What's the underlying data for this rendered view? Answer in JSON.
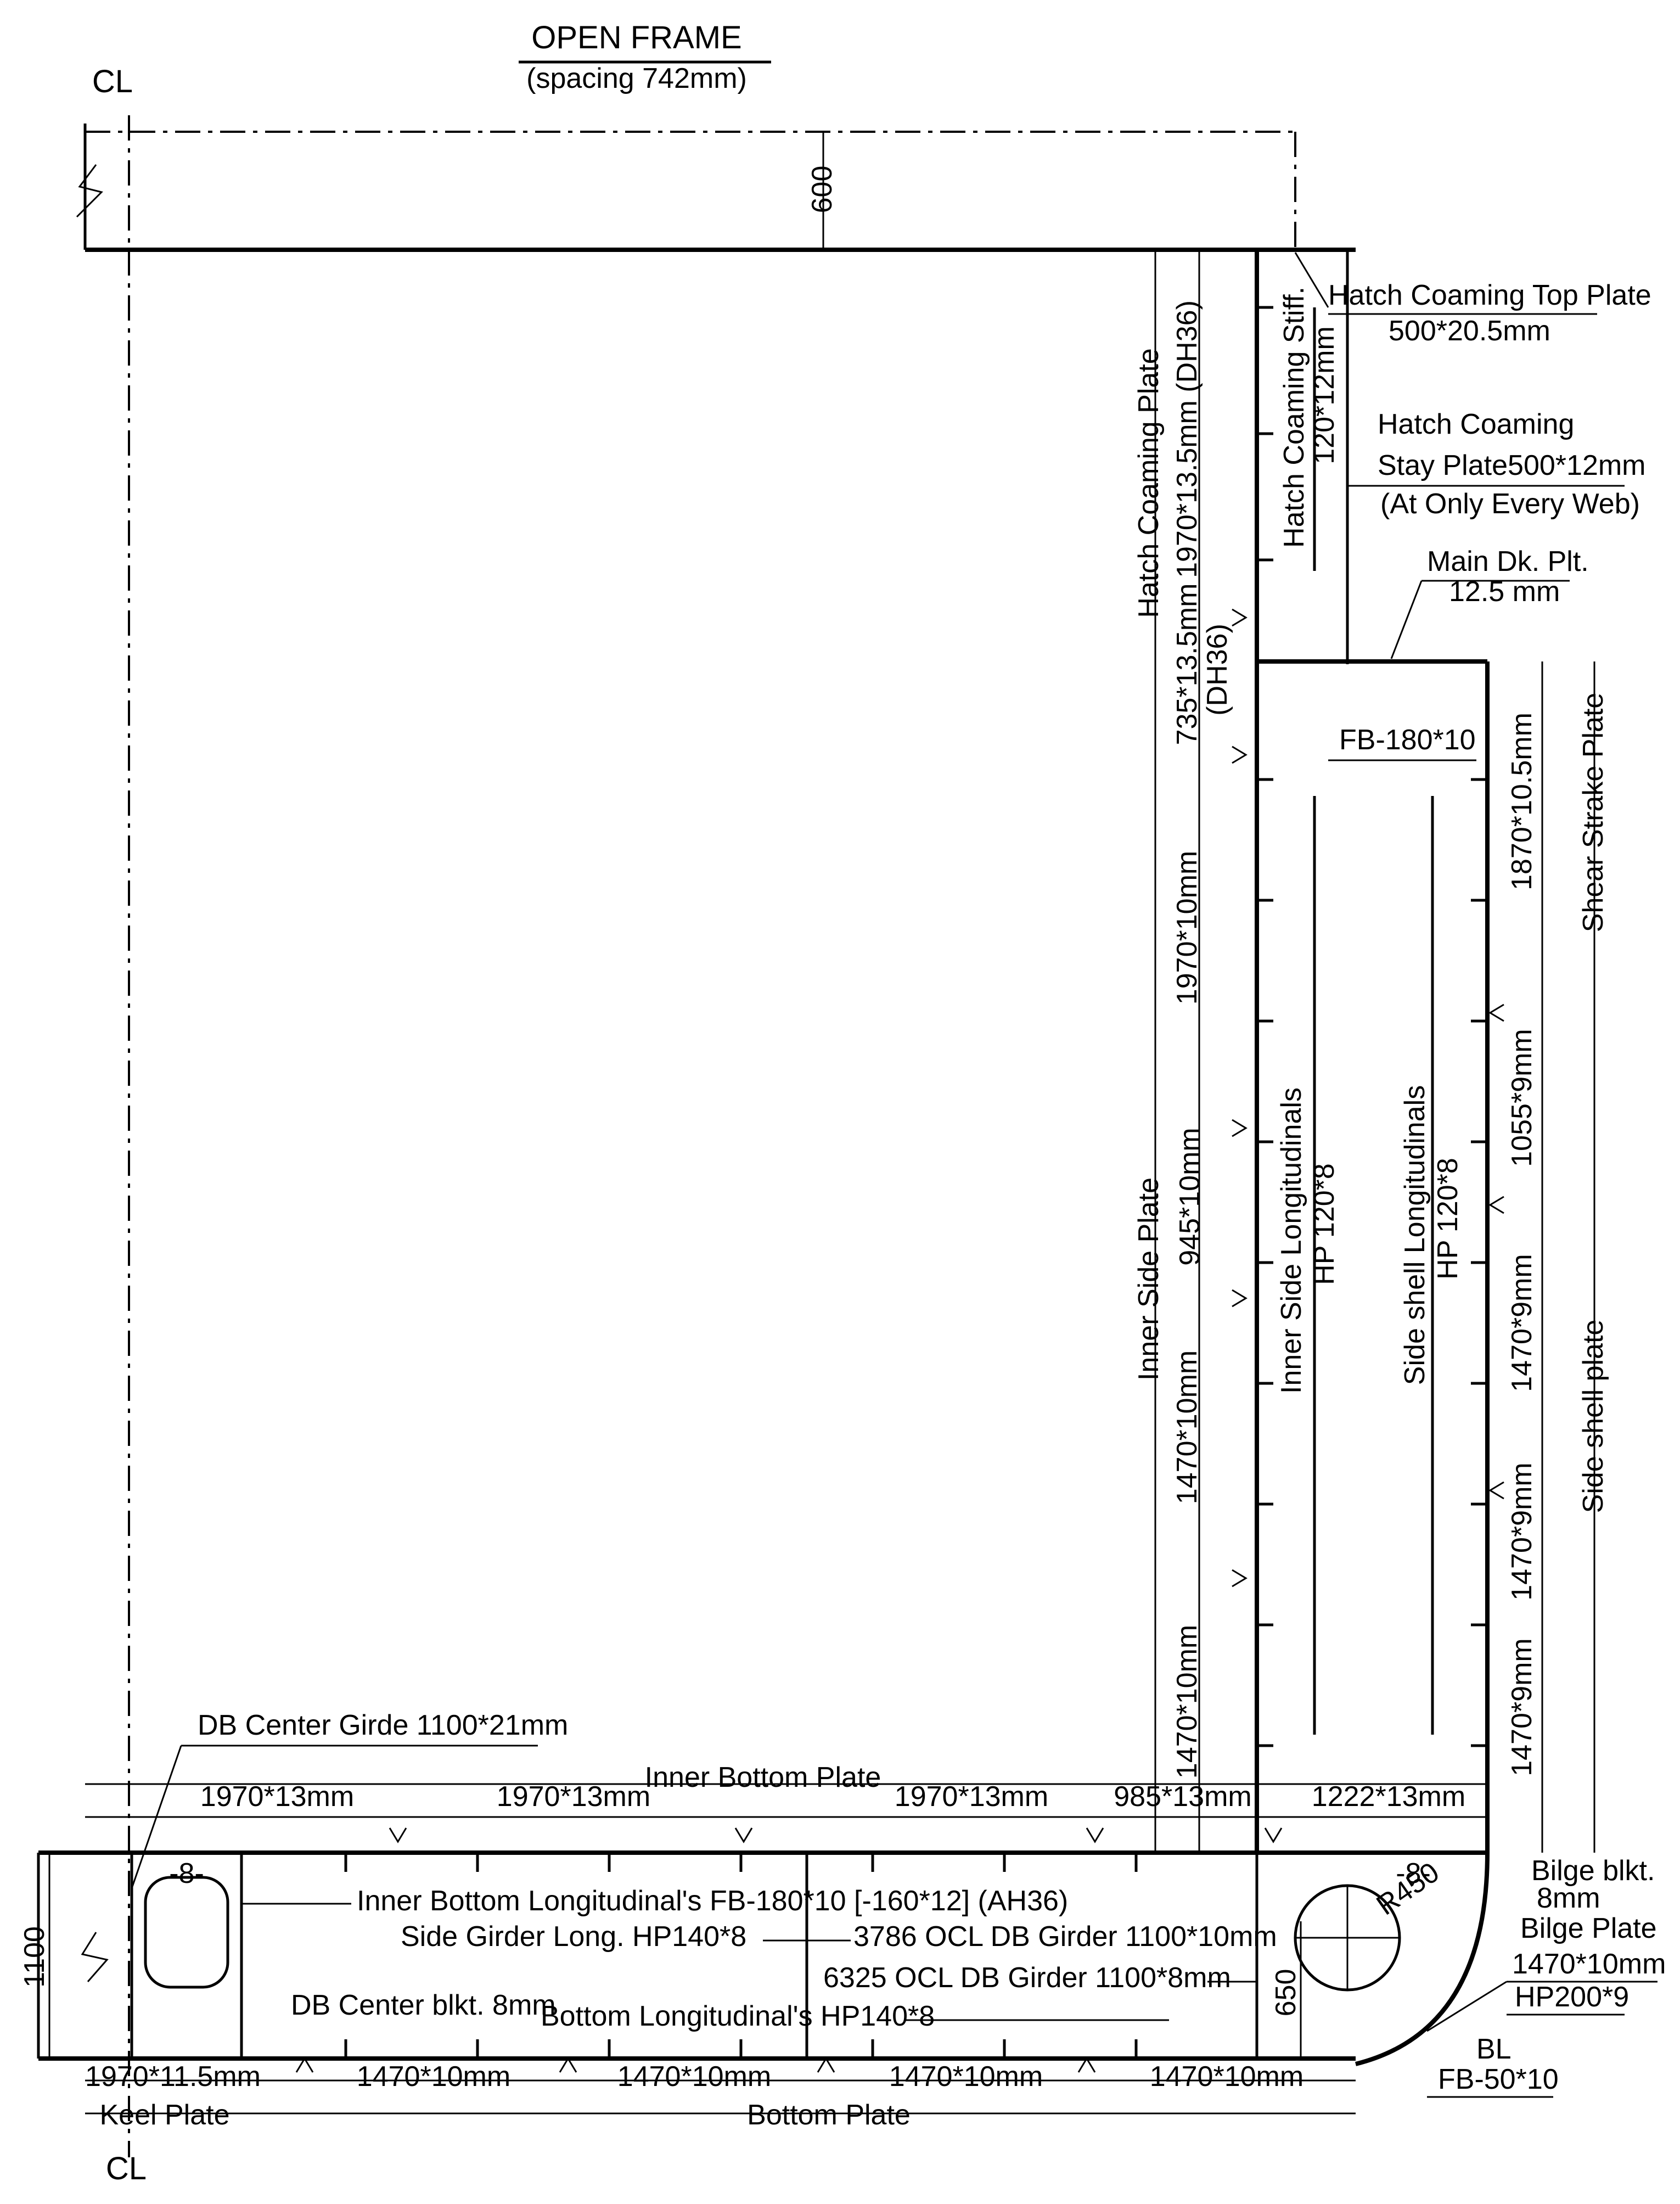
{
  "header": {
    "title": "OPEN FRAME",
    "subtitle": "(spacing 742mm)"
  },
  "symbols": {
    "centerline_top": "CL",
    "centerline_bottom": "CL"
  },
  "dims": {
    "top_offset": "600",
    "hatch_coaming_plate_thk": "1970*13.5mm (DH36)",
    "upper_inner_side": "735*13.5mm",
    "upper_inner_side_grade": "(DH36)",
    "inner_side_1": "1970*10mm",
    "inner_side_2": "945*10mm",
    "inner_side_3": "1470*10mm",
    "inner_side_4": "1470*10mm",
    "shear_strake_thk": "1870*10.5mm",
    "side_shell_1": "1055*9mm",
    "side_shell_2": "1470*9mm",
    "side_shell_3": "1470*9mm",
    "side_shell_4": "1470*9mm",
    "db_height": "1100",
    "hopper_height": "650",
    "ib_1": "1970*13mm",
    "ib_2": "1970*13mm",
    "ib_3": "1970*13mm",
    "ib_4": "985*13mm",
    "ib_5": "1222*13mm",
    "bt_1": "1970*11.5mm",
    "bt_2": "1470*10mm",
    "bt_3": "1470*10mm",
    "bt_4": "1470*10mm",
    "bt_5": "1470*10mm",
    "bilge_radius": "R450"
  },
  "labels": {
    "hatch_coaming_plate": "Hatch Coaming Plate",
    "hatch_coaming_stiff": "Hatch Coaming Stiff.",
    "hatch_coaming_stiff_size": "120*12mm",
    "hatch_top_plate": "Hatch Coaming Top Plate",
    "hatch_top_plate_size": "500*20.5mm",
    "stay_plate_1": "Hatch Coaming",
    "stay_plate_2": "Stay Plate500*12mm",
    "stay_plate_3": "(At Only Every Web)",
    "main_deck_1": "Main Dk. Plt.",
    "main_deck_2": "12.5 mm",
    "fb_deck": "FB-180*10",
    "shear_strake": "Shear Strake Plate",
    "side_shell_plate": "Side shell plate",
    "inner_side_plate": "Inner Side Plate",
    "inner_side_long": "Inner Side Longitudinals",
    "inner_side_long_size": "HP 120*8",
    "side_shell_long": "Side shell Longitudinals",
    "side_shell_long_size": "HP 120*8",
    "db_center_girder": "DB Center Girde 1100*21mm",
    "inner_bottom_plate": "Inner Bottom Plate",
    "inner_bottom_long": "Inner Bottom Longitudinal's FB-180*10 [-160*12] (AH36)",
    "side_girder_long": "Side Girder Long. HP140*8",
    "girder_3786": "3786 OCL DB Girder 1100*10mm",
    "girder_6325": "6325 OCL DB Girder 1100*8mm",
    "db_center_bkt": "DB Center blkt. 8mm",
    "bottom_long": "Bottom Longitudinal's HP140*8",
    "bracket_left": "-8-",
    "bracket_right": "-8-",
    "bilge_bkt_1": "Bilge blkt.",
    "bilge_bkt_2": "8mm",
    "bilge_plate_1": "Bilge Plate",
    "bilge_plate_2": "1470*10mm",
    "bilge_long": "HP200*9",
    "baseline": "BL",
    "fb_bottom": "FB-50*10",
    "keel_plate": "Keel Plate",
    "bottom_plate": "Bottom Plate"
  }
}
